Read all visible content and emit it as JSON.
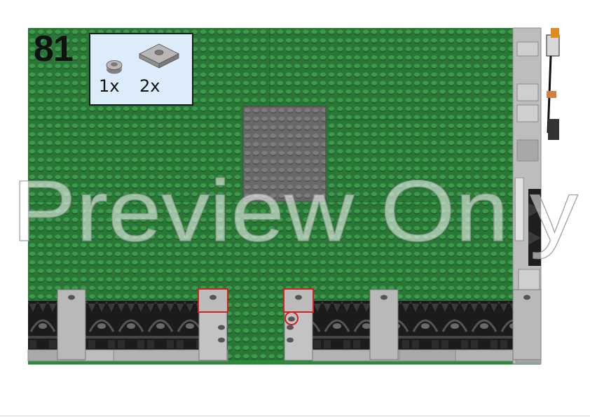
{
  "step": {
    "number": "81"
  },
  "parts": [
    {
      "name": "round-plate-1x1",
      "qty": "1x",
      "color": "#9a9a9a"
    },
    {
      "name": "tile-2x2-with-stud",
      "qty": "2x",
      "color": "#a7a7a7"
    }
  ],
  "watermark": {
    "text": "Preview Only"
  },
  "colors": {
    "baseplate_green": "#2c7a3a",
    "stud_green": "#3a9248",
    "dark_grey_plate": "#6b6b6b",
    "light_grey": "#b9b9b9",
    "black_fence": "#1b1b1b",
    "highlight": "#d42020"
  }
}
